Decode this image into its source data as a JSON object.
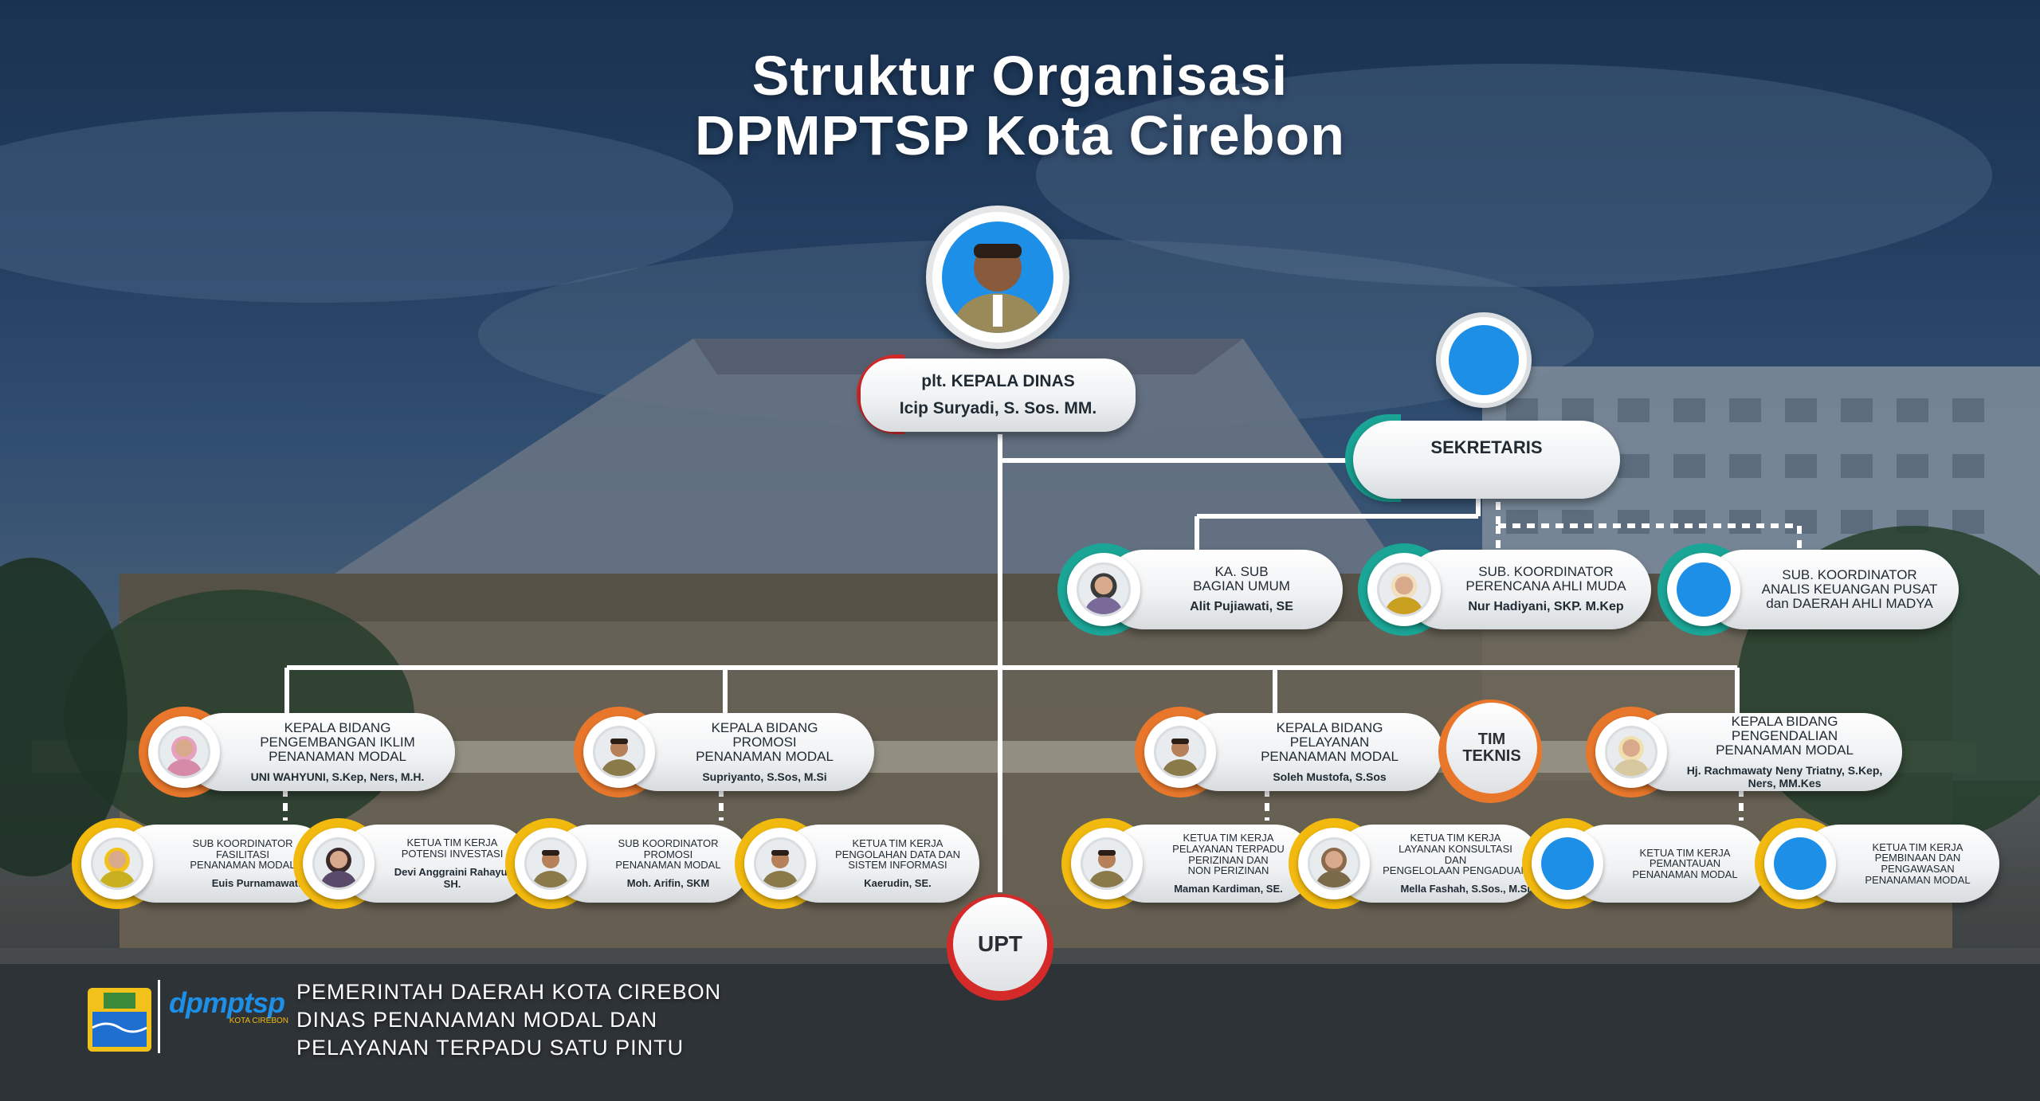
{
  "title": {
    "line1": "Struktur Organisasi",
    "line2": "DPMPTSP Kota Cirebon"
  },
  "kepala": {
    "role": "plt. KEPALA DINAS",
    "name": "Icip Suryadi, S. Sos. MM."
  },
  "sekretaris": {
    "role": "SEKRETARIS"
  },
  "sub_sekretariat": [
    {
      "role_lines": [
        "KA. SUB",
        "BAGIAN UMUM"
      ],
      "name": "Alit Pujiawati, SE"
    },
    {
      "role_lines": [
        "SUB. KOORDINATOR",
        "PERENCANA AHLI MUDA"
      ],
      "name": "Nur Hadiyani, SKP. M.Kep"
    },
    {
      "role_lines": [
        "SUB. KOORDINATOR",
        "ANALIS KEUANGAN PUSAT",
        "dan DAERAH AHLI MADYA"
      ],
      "name": ""
    }
  ],
  "bidang": [
    {
      "role_lines": [
        "KEPALA BIDANG",
        "PENGEMBANGAN IKLIM",
        "PENANAMAN MODAL"
      ],
      "name": "UNI WAHYUNI, S.Kep, Ners, M.H."
    },
    {
      "role_lines": [
        "KEPALA BIDANG",
        "PROMOSI",
        "PENANAMAN MODAL"
      ],
      "name": "Supriyanto, S.Sos, M.Si"
    },
    {
      "role_lines": [
        "KEPALA BIDANG",
        "PELAYANAN",
        "PENANAMAN MODAL"
      ],
      "name": "Soleh Mustofa, S.Sos"
    },
    {
      "role_lines": [
        "KEPALA BIDANG",
        "PENGENDALIAN",
        "PENANAMAN MODAL"
      ],
      "name": "Hj. Rachmawaty Neny Triatny, S.Kep, Ners, MM.Kes"
    }
  ],
  "tim_teknis": "TIM TEKNIS",
  "upt": "UPT",
  "sub_bidang": [
    {
      "role_lines": [
        "SUB KOORDINATOR",
        "FASILITASI",
        "PENANAMAN MODAL"
      ],
      "name": "Euis Purnamawati, SH"
    },
    {
      "role_lines": [
        "KETUA TIM KERJA",
        "POTENSI INVESTASI"
      ],
      "name": "Devi Anggraini Rahayu, SH."
    },
    {
      "role_lines": [
        "SUB KOORDINATOR",
        "PROMOSI",
        "PENANAMAN MODAL"
      ],
      "name": "Moh. Arifin, SKM"
    },
    {
      "role_lines": [
        "KETUA TIM KERJA",
        "PENGOLAHAN DATA DAN",
        "SISTEM INFORMASI"
      ],
      "name": "Kaerudin, SE."
    },
    {
      "role_lines": [
        "KETUA TIM KERJA",
        "PELAYANAN TERPADU",
        "PERIZINAN DAN",
        "NON PERIZINAN"
      ],
      "name": "Maman Kardiman, SE."
    },
    {
      "role_lines": [
        "KETUA TIM KERJA",
        "LAYANAN KONSULTASI",
        "DAN",
        "PENGELOLAAN PENGADUAN"
      ],
      "name": "Mella Fashah, S.Sos., M.Si"
    },
    {
      "role_lines": [
        "KETUA TIM KERJA",
        "PEMANTAUAN",
        "PENANAMAN MODAL"
      ],
      "name": ""
    },
    {
      "role_lines": [
        "KETUA TIM KERJA",
        "PEMBINAAN DAN",
        "PENGAWASAN",
        "PENANAMAN MODAL"
      ],
      "name": ""
    }
  ],
  "footer": {
    "line1": "PEMERINTAH DAERAH KOTA CIREBON",
    "line2": "DINAS PENANAMAN MODAL DAN",
    "line3": "PELAYANAN TERPADU SATU PINTU",
    "logo_text": "dpmptsp",
    "logo_sub": "KOTA CIREBON"
  },
  "colors": {
    "red": "#d42a2a",
    "teal": "#1aa596",
    "orange": "#e8772b",
    "yellow": "#f2b90f",
    "blue_placeholder": "#1e8fe6"
  }
}
